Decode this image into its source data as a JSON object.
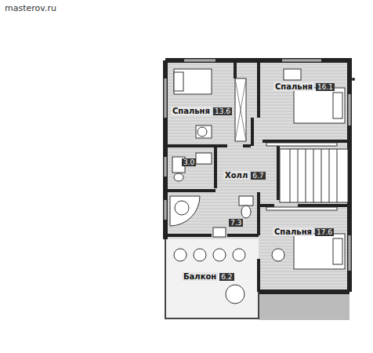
{
  "diagram": {
    "nodes": [
      {
        "text": [
          "Спальня",
          "16.1"
        ]
      },
      {
        "text": [
          "Спальня",
          "13.6"
        ]
      },
      {
        "text": [
          "3.0"
        ]
      },
      {
        "text": [
          "Холл",
          "6.7"
        ]
      },
      {
        "text": [
          "7.3"
        ]
      },
      {
        "text": [
          "Спальня",
          "17.6"
        ]
      },
      {
        "text": [
          "Балкон",
          "6.2"
        ]
      }
    ],
    "labels": [
      "masterov.ru"
    ]
  }
}
